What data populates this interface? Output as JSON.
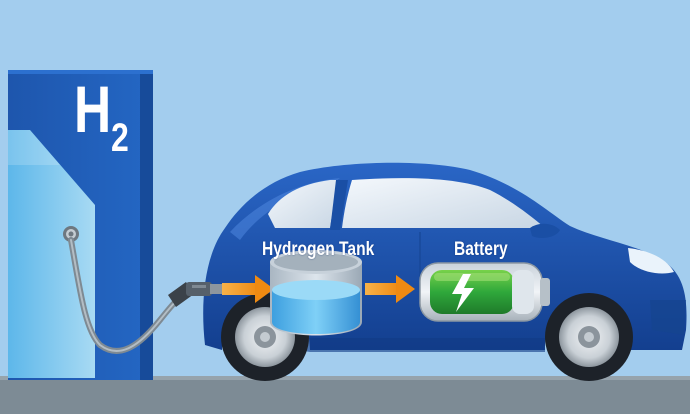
{
  "station": {
    "symbol": "H",
    "subscript": "2"
  },
  "labels": {
    "hydrogen_tank": "Hydrogen Tank",
    "battery": "Battery"
  },
  "colors": {
    "sky": "#a3cdee",
    "ground": "#7d8b95",
    "car_body": "#1f58b5",
    "station": "#1f5bb5",
    "arrow": "#f39a1e",
    "battery_green": "#3bb23e",
    "tank_water": "#5fb6ec"
  },
  "icons": [
    "lightning-icon",
    "fuel-nozzle-icon"
  ]
}
